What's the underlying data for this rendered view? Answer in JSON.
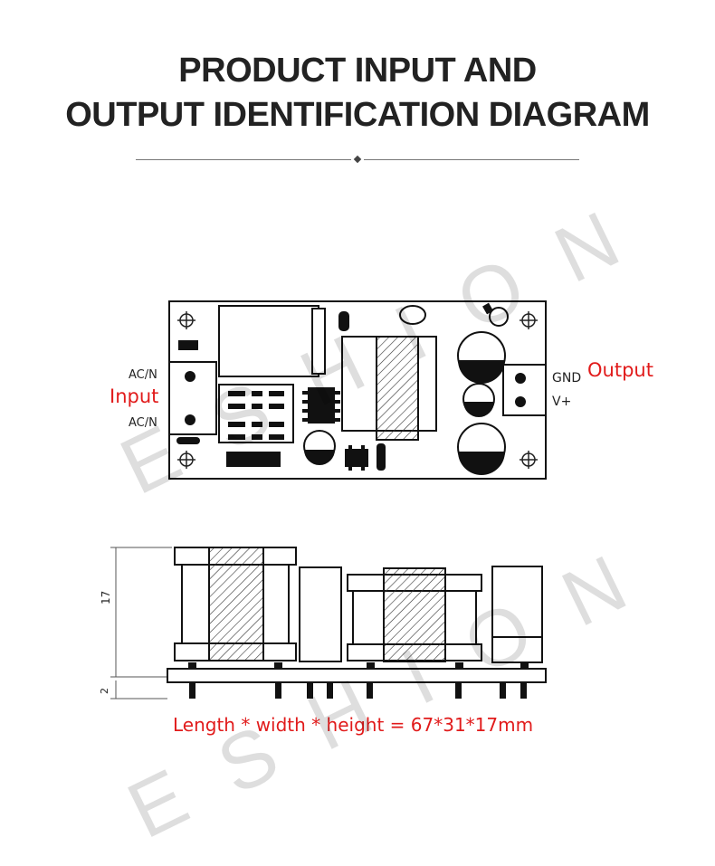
{
  "header": {
    "title_line1": "PRODUCT INPUT AND",
    "title_line2": "OUTPUT IDENTIFICATION DIAGRAM"
  },
  "top_view": {
    "input_label": "Input",
    "input_pin_top": "AC/N",
    "input_pin_bottom": "AC/N",
    "output_label": "Output",
    "output_pin_top": "GND",
    "output_pin_bottom": "V+"
  },
  "side_view": {
    "height_dimension": "17",
    "pin_dimension": "2"
  },
  "caption": "Length * width * height = 67*31*17mm",
  "watermark": "ESHION",
  "colors": {
    "accent": "#e11b1b",
    "ink": "#222222"
  }
}
